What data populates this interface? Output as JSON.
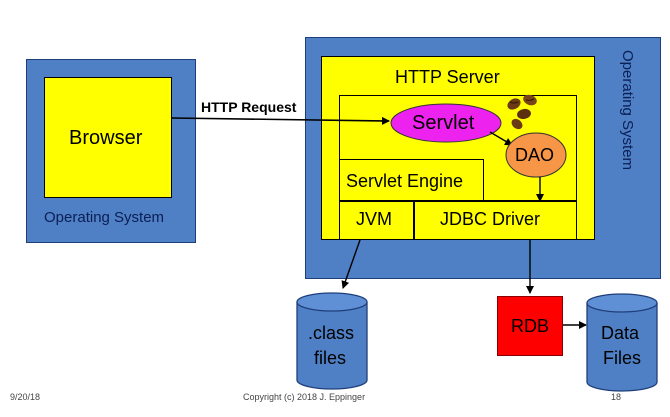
{
  "left_machine": {
    "browser_label": "Browser",
    "os_label": "Operating System"
  },
  "right_machine": {
    "os_label": "Operating System",
    "server_label": "HTTP Server",
    "servlet_label": "Servlet",
    "dao_label": "DAO",
    "engine_label": "Servlet Engine",
    "jvm_label": "JVM",
    "jdbc_label": "JDBC Driver"
  },
  "connection": {
    "request_label": "HTTP Request"
  },
  "storage": {
    "class_files_label_1": ".class",
    "class_files_label_2": "files",
    "rdb_label": "RDB",
    "data_files_label_1": "Data",
    "data_files_label_2": "Files"
  },
  "footer": {
    "date": "9/20/18",
    "copyright": "Copyright (c) 2018 J. Eppinger",
    "page": "18"
  },
  "colors": {
    "os_blue": "#4f7fc4",
    "yellow": "#ffff00",
    "servlet_magenta": "#ee22ee",
    "dao_orange": "#f79646",
    "rdb_red": "#ff0000"
  }
}
